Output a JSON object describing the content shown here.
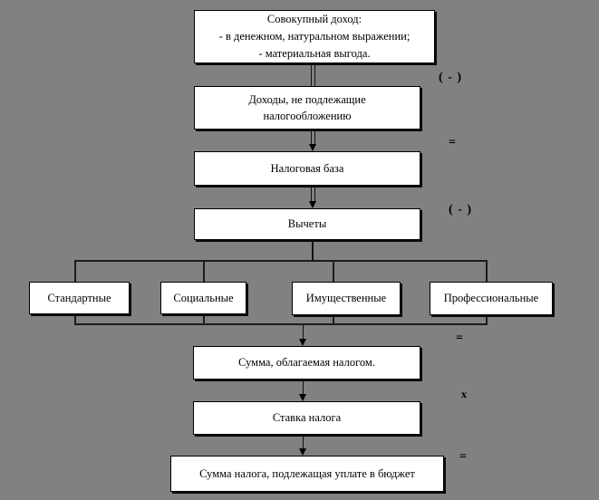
{
  "diagram": {
    "title_implicit": "",
    "boxes": {
      "total_income": {
        "lines": [
          "Совокупный доход:",
          "- в денежном, натуральном выражении;",
          "- материальная выгода."
        ]
      },
      "non_taxable": {
        "lines": [
          "Доходы, не подлежащие",
          "налогообложению"
        ]
      },
      "tax_base": {
        "label": "Налоговая база"
      },
      "deductions": {
        "label": "Вычеты"
      },
      "deduction_types": [
        {
          "label": "Стандартные"
        },
        {
          "label": "Социальные"
        },
        {
          "label": "Имущественные"
        },
        {
          "label": "Профессиональные"
        }
      ],
      "taxable_amount": {
        "label": "Сумма, облагаемая налогом."
      },
      "tax_rate": {
        "label": "Ставка налога"
      },
      "tax_due": {
        "label": "Сумма налога, подлежащая уплате в бюджет"
      }
    },
    "operators": [
      {
        "symbol": "( - )"
      },
      {
        "symbol": "="
      },
      {
        "symbol": "( - )"
      },
      {
        "symbol": "="
      },
      {
        "symbol": "x"
      },
      {
        "symbol": "="
      }
    ],
    "colors": {
      "background": "#818181",
      "box_fill": "#ffffff",
      "line": "#000000"
    }
  }
}
